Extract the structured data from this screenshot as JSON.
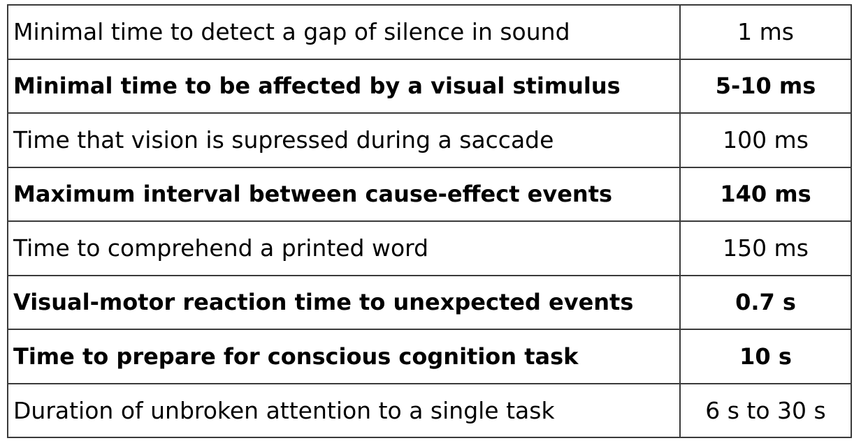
{
  "table": {
    "rows": [
      {
        "description": "Minimal time to detect a gap of silence in sound",
        "value": "1 ms",
        "bold": false
      },
      {
        "description": "Minimal time to be affected by a visual stimulus",
        "value": "5-10 ms",
        "bold": true
      },
      {
        "description": "Time that vision is supressed during a saccade",
        "value": "100 ms",
        "bold": false
      },
      {
        "description": "Maximum interval between cause-effect events",
        "value": "140 ms",
        "bold": true
      },
      {
        "description": "Time to comprehend a printed word",
        "value": "150 ms",
        "bold": false
      },
      {
        "description": "Visual-motor reaction time to unexpected events",
        "value": "0.7 s",
        "bold": true
      },
      {
        "description": "Time to prepare for conscious cognition task",
        "value": "10 s",
        "bold": true
      },
      {
        "description": "Duration of unbroken attention to a single task",
        "value": "6 s to 30 s",
        "bold": false
      }
    ]
  }
}
